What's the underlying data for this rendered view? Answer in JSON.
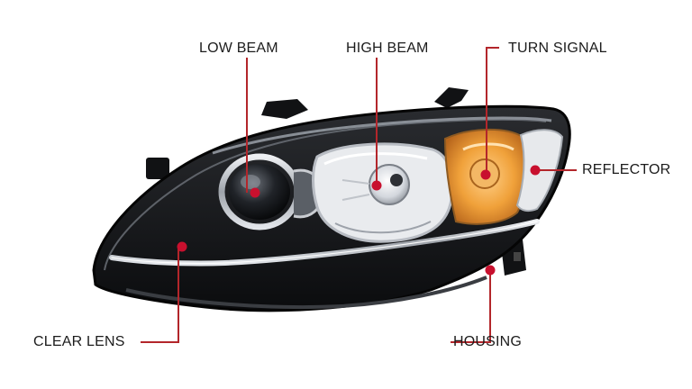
{
  "diagram": {
    "colors": {
      "leader_line": "#b3262b",
      "dot": "#c8102e",
      "label_text": "#1c1c1c",
      "housing": "#141414",
      "chrome": "#c9ccd1",
      "amber": "#f0a13a"
    },
    "callouts": {
      "low_beam": "LOW BEAM",
      "high_beam": "HIGH BEAM",
      "turn_signal": "TURN SIGNAL",
      "reflector": "REFLECTOR",
      "clear_lens": "CLEAR LENS",
      "housing": "HOUSING"
    }
  }
}
